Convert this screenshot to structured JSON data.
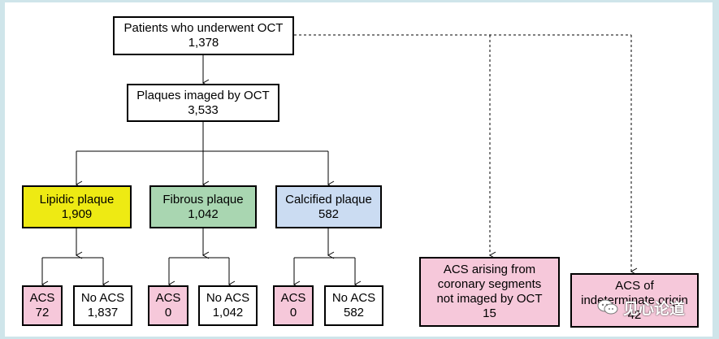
{
  "nodes": {
    "root": {
      "line1": "Patients who underwent OCT",
      "line2": "1,378"
    },
    "plaques": {
      "line1": "Plaques imaged by OCT",
      "line2": "3,533"
    },
    "lipidic": {
      "line1": "Lipidic plaque",
      "line2": "1,909"
    },
    "fibrous": {
      "line1": "Fibrous plaque",
      "line2": "1,042"
    },
    "calcified": {
      "line1": "Calcified plaque",
      "line2": "582"
    },
    "lipidic_acs": {
      "line1": "ACS",
      "line2": "72"
    },
    "lipidic_no_acs": {
      "line1": "No ACS",
      "line2": "1,837"
    },
    "fibrous_acs": {
      "line1": "ACS",
      "line2": "0"
    },
    "fibrous_no_acs": {
      "line1": "No ACS",
      "line2": "1,042"
    },
    "calcified_acs": {
      "line1": "ACS",
      "line2": "0"
    },
    "calcified_no_acs": {
      "line1": "No ACS",
      "line2": "582"
    },
    "acs_not_imaged": {
      "line1": "ACS arising from",
      "line2": "coronary segments",
      "line3": "not imaged by OCT",
      "line4": "15"
    },
    "acs_indeterminate": {
      "line1": "ACS of",
      "line2": "indeterminate origin",
      "line3": "42"
    }
  },
  "watermark": {
    "text": "见心论道",
    "icon": "chat-bubble-icon"
  },
  "colors": {
    "lipidic": "#eeea13",
    "fibrous": "#a9d6b1",
    "calcified": "#cbdcf2",
    "acs": "#f6c8da"
  }
}
